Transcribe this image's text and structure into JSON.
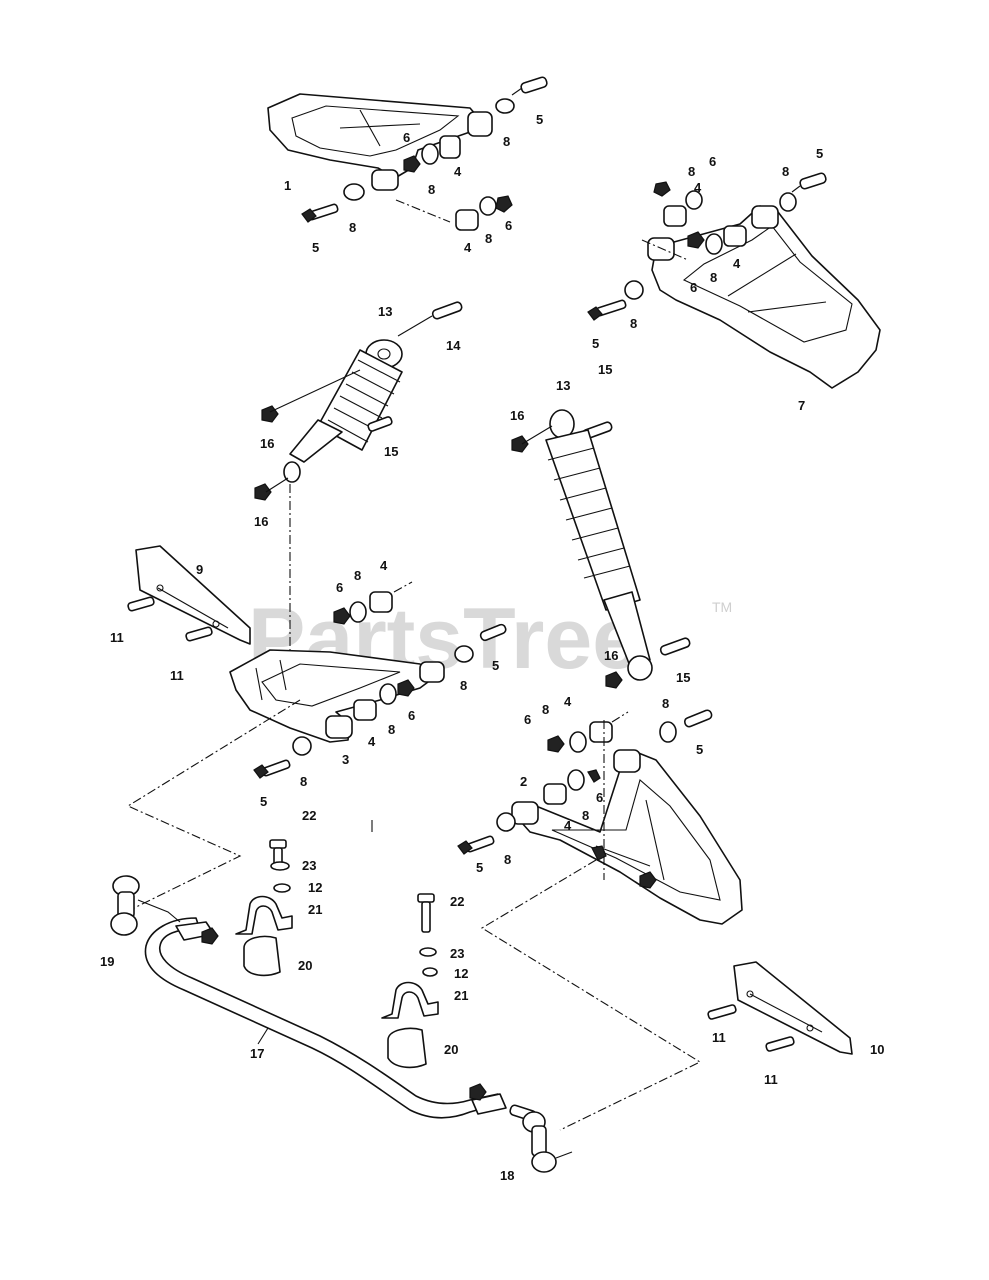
{
  "watermark": {
    "text": "PartsTree",
    "tm": "TM"
  },
  "callouts": {
    "c1": "1",
    "c2": "2",
    "c3": "3",
    "c7": "7",
    "c9": "9",
    "c10": "10",
    "c17": "17",
    "c18": "18",
    "c19": "19",
    "tr_5": "5",
    "tr_8a": "8",
    "tr_6a": "6",
    "tr_4a": "4",
    "tr_8b": "8",
    "tr_5b": "5",
    "tr_8c": "8",
    "tr_4b": "4",
    "tr_8d": "8",
    "tr_6b": "6",
    "tr2_8a": "8",
    "tr2_6a": "6",
    "tr2_8b": "8",
    "tr2_5a": "5",
    "tr2_4a": "4",
    "tr2_6b": "6",
    "tr2_8c": "8",
    "tr2_4b": "4",
    "tr2_5b": "5",
    "tr2_8d": "8",
    "s1_13": "13",
    "s1_14": "14",
    "s1_16a": "16",
    "s1_15": "15",
    "s1_16b": "16",
    "s2_13": "13",
    "s2_15a": "15",
    "s2_16a": "16",
    "s2_16b": "16",
    "s2_15b": "15",
    "bl_6": "6",
    "bl_8a": "8",
    "bl_4a": "4",
    "bl_11a": "11",
    "bl_11b": "11",
    "bl_5a": "5",
    "bl_8b": "8",
    "bl_4b": "4",
    "bl_8c": "8",
    "bl_6b": "6",
    "bl_8d": "8",
    "bl_5b": "5",
    "br_6": "6",
    "br_8a": "8",
    "br_4a": "4",
    "br_8b": "8",
    "br_5a": "5",
    "br_6b": "6",
    "br_8c": "8",
    "br_4b": "4",
    "br_5b": "5",
    "br_8d": "8",
    "br_11a": "11",
    "br_11b": "11",
    "st_22a": "22",
    "st_23a": "23",
    "st_12a": "12",
    "st_21a": "21",
    "st_20a": "20",
    "st_22b": "22",
    "st_23b": "23",
    "st_12b": "12",
    "st_21b": "21",
    "st_20b": "20"
  }
}
